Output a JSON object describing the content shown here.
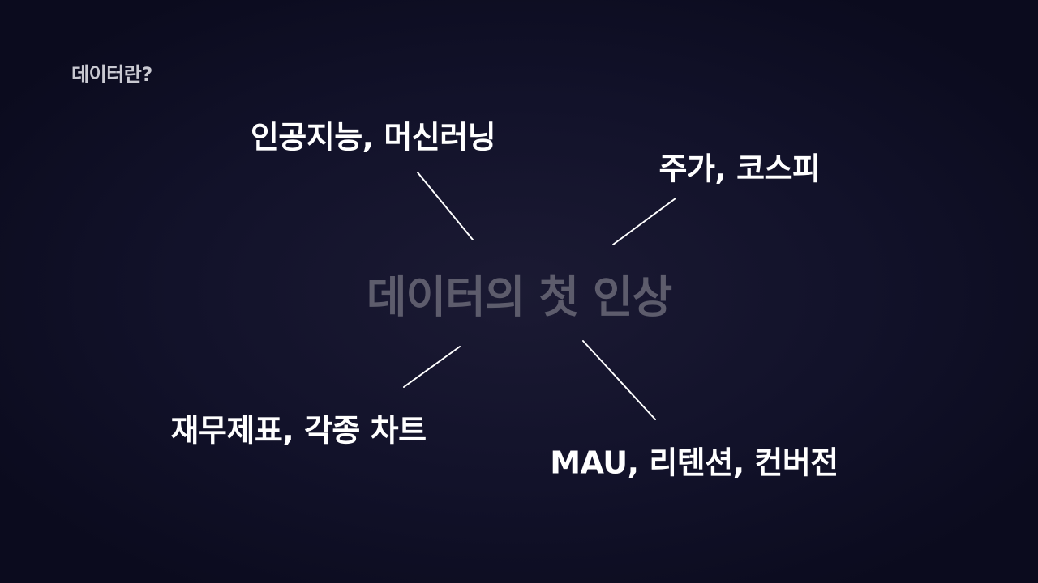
{
  "slide": {
    "section_title": "데이터란?",
    "center_label": "데이터의 첫 인상",
    "bubbles": [
      "인공지능, 머신러닝",
      "주가, 코스피",
      "재무제표, 각종 차트",
      "MAU, 리텐션, 컨버전"
    ]
  }
}
